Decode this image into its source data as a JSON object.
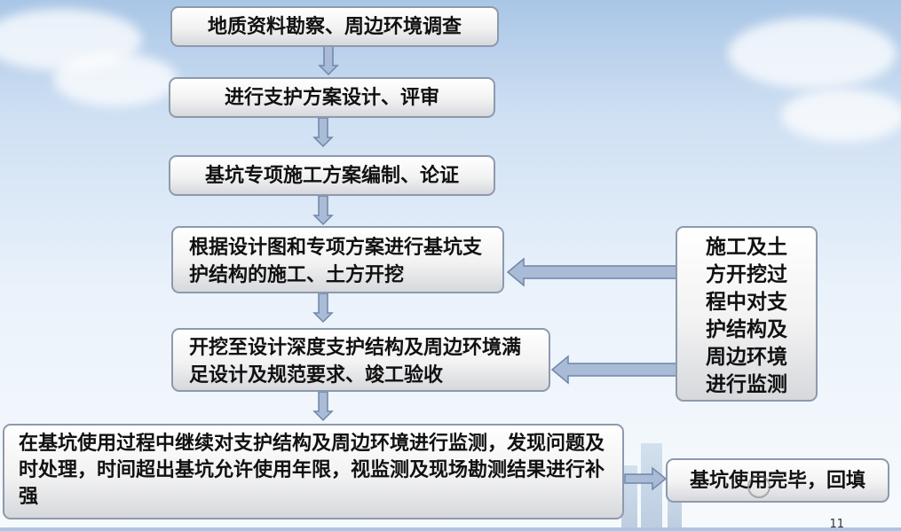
{
  "steps": [
    "地质资料勘察、周边环境调查",
    "进行支护方案设计、评审",
    "基坑专项施工方案编制、论证",
    "根据设计图和专项方案进行基坑支护结构的施工、土方开挖",
    "开挖至设计深度支护结构及周边环境满足设计及规范要求、竣工验收",
    "在基坑使用过程中继续对支护结构及周边环境进行监测，发现问题及时处理，时间超出基坑允许使用年限，视监测及现场勘测结果进行补强"
  ],
  "monitoring_box": "施工及土方开挖过程中对支护结构及周边环境进行监测",
  "final_box": "基坑使用完毕，回填",
  "page_number": "11",
  "colors": {
    "arrow_fill": "#a9bbd6",
    "arrow_stroke": "#6f86a8",
    "box_border": "#8d9aad"
  }
}
